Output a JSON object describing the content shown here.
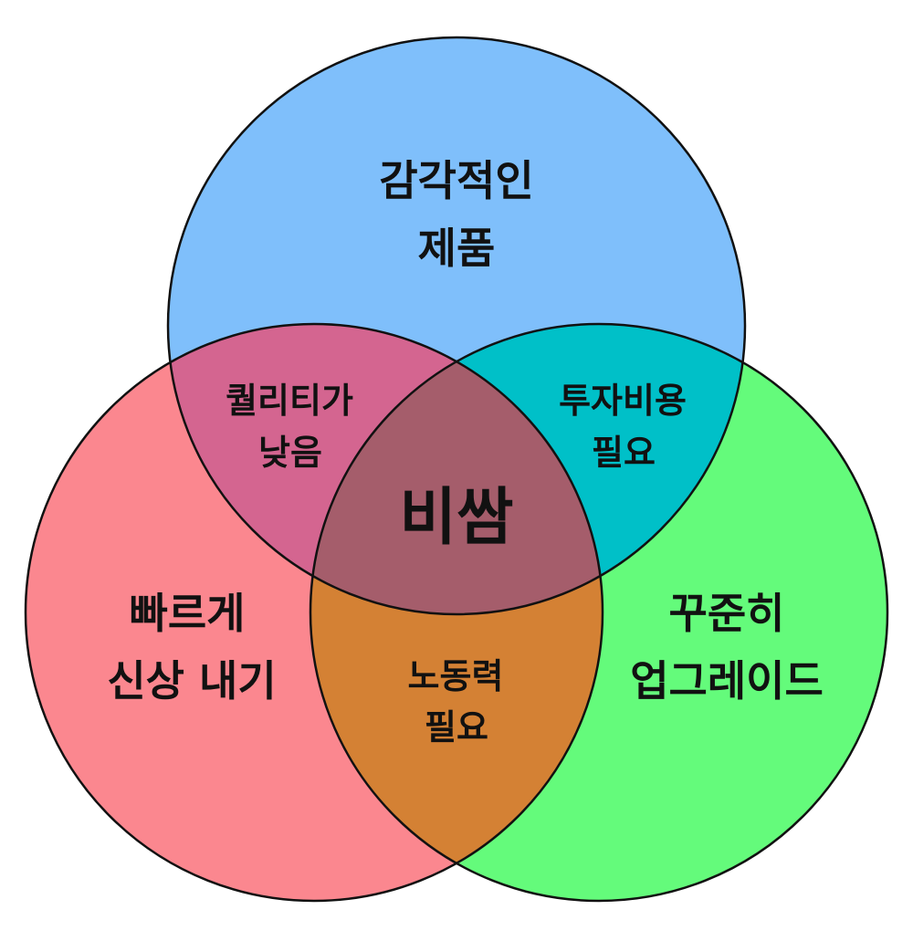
{
  "colors": {
    "circle_top": "#7fbffb",
    "circle_left": "#fb878f",
    "circle_right": "#64fb7b",
    "overlap_top_left": "#d46590",
    "overlap_top_right": "#00c0c8",
    "overlap_left_right": "#d48134",
    "overlap_center": "#a55d6b",
    "outline": "#111111"
  },
  "sets": {
    "top": {
      "line1": "감각적인",
      "line2": "제품"
    },
    "left": {
      "line1": "빠르게",
      "line2": "신상 내기"
    },
    "right": {
      "line1": "꾸준히",
      "line2": "업그레이드"
    }
  },
  "intersections": {
    "top_left": {
      "line1": "퀄리티가",
      "line2": "낮음"
    },
    "top_right": {
      "line1": "투자비용",
      "line2": "필요"
    },
    "left_right": {
      "line1": "노동력",
      "line2": "필요"
    },
    "center": {
      "label": "비쌈"
    }
  }
}
